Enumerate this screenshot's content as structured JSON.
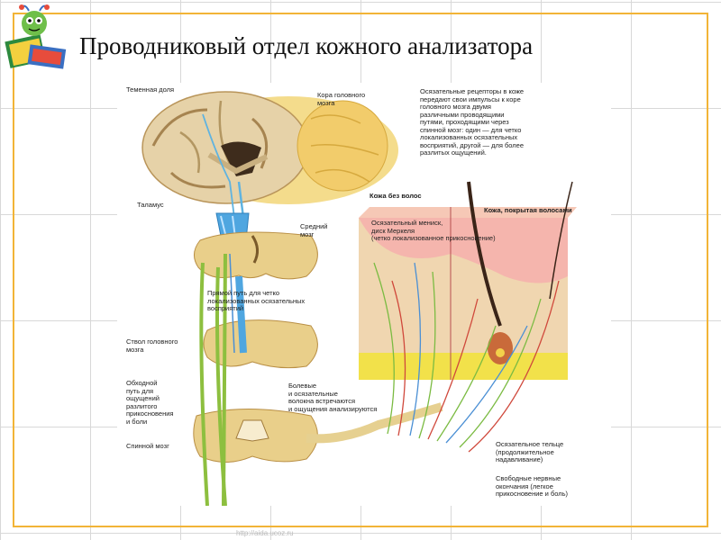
{
  "slide": {
    "title": "Проводниковый отдел кожного анализатора",
    "watermark": "http://aida.ucoz.ru"
  },
  "diagram": {
    "labels": {
      "parietal_lobe": "Теменная доля",
      "cortex": "Кора головного\nмозга",
      "description": "Осязательные рецепторы в коже\nпередают свои импульсы к коре\nголовного мозга двумя\nразличными проводящими\nпутями, проходящими через\nспинной мозг: один — для четко\nлокализованных осязательных\nвосприятий, другой — для более\nразлитых ощущений.",
      "hairless_skin": "Кожа без волос",
      "hairy_skin": "Кожа, покрытая волосами",
      "thalamus": "Таламус",
      "midbrain": "Средний\nмозг",
      "merkel": "Осязательный мениск,\nдиск Меркеля\n(четко локализованное прикосновение)",
      "direct_path": "Прямой путь для четко\nлокализованных осязательных\nвосприятий",
      "brainstem": "Ствол головного\nмозга",
      "bypass_path": "Обходной\nпуть для\nощущений\nразлитого\nприкосновения\nи боли",
      "fibers_meet": "Болевые\nи осязательные\nволокна встречаются\nи ощущения анализируются",
      "spinal_cord": "Спинной мозг",
      "corpuscle": "Осязательное тельце\n(продолжительное\nнадавливание)",
      "free_endings": "Свободные нервные\nокончания (легкое\nприкосновение и боль)"
    }
  }
}
